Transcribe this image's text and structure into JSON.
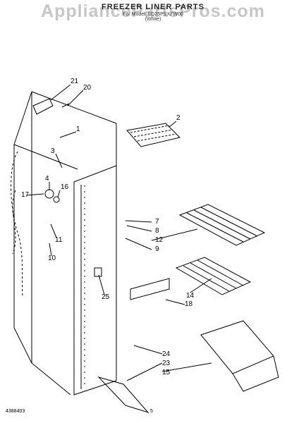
{
  "header": {
    "title": "FREEZER LINER PARTS",
    "subtitle": "For Model: ED25PSXFW00",
    "note": "(White)"
  },
  "watermark": "AppliancePartsPros.com",
  "footer": {
    "doc_number": "4388403",
    "page": "5"
  },
  "callouts": [
    {
      "num": "21"
    },
    {
      "num": "20"
    },
    {
      "num": "1"
    },
    {
      "num": "2"
    },
    {
      "num": "3"
    },
    {
      "num": "4"
    },
    {
      "num": "16"
    },
    {
      "num": "17"
    },
    {
      "num": "11"
    },
    {
      "num": "10"
    },
    {
      "num": "7"
    },
    {
      "num": "8"
    },
    {
      "num": "12"
    },
    {
      "num": "9"
    },
    {
      "num": "14"
    },
    {
      "num": "18"
    },
    {
      "num": "25"
    },
    {
      "num": "24"
    },
    {
      "num": "23"
    },
    {
      "num": "15"
    }
  ]
}
